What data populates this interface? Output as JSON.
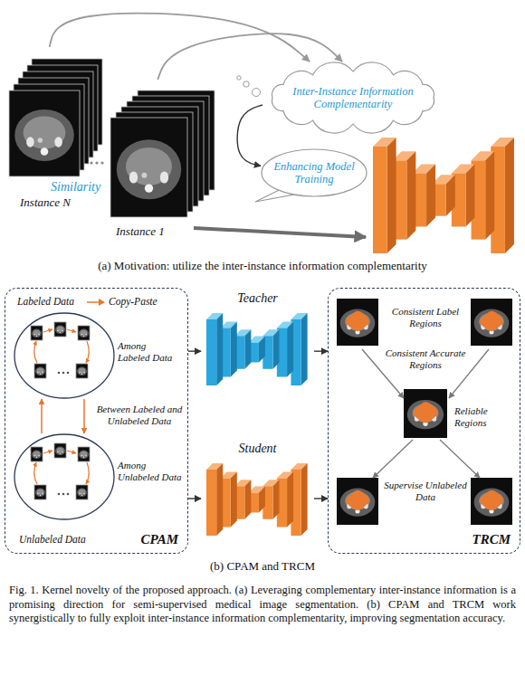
{
  "diagram": {
    "caption": "Fig. 1. Kernel novelty of the proposed approach. (a) Leveraging complementary inter-instance information is a promising direction for semi-supervised medical image segmentation. (b) CPAM and TRCM work synergistically to fully exploit inter-instance information complementarity, improving segmentation accuracy.",
    "nodes": [
      {
        "text": [
          "Instance N"
        ]
      },
      {
        "text": [
          "Instance 1"
        ]
      },
      {
        "text": [
          "Inter-Instance Information Complementarity"
        ]
      },
      {
        "text": [
          "Enhancing Model Training"
        ]
      },
      {
        "text": [
          "CPAM"
        ]
      },
      {
        "text": [
          "Labeled Data"
        ],
        "in": 4
      },
      {
        "text": [
          "Unlabeled Data"
        ],
        "in": 4
      },
      {
        "text": [
          "Teacher"
        ]
      },
      {
        "text": [
          "Student"
        ]
      },
      {
        "text": [
          "TRCM"
        ]
      }
    ],
    "edges": [
      {
        "from": 0,
        "to": 2,
        "arrow": "to"
      },
      {
        "from": 1,
        "to": 2,
        "arrow": "to"
      },
      {
        "from": 2,
        "to": 3,
        "arrow": "to"
      },
      {
        "from": 4,
        "to": 7,
        "arrow": "to"
      },
      {
        "from": 4,
        "to": 8,
        "arrow": "to"
      },
      {
        "from": 7,
        "to": 9,
        "arrow": "to"
      },
      {
        "from": 8,
        "to": 9,
        "arrow": "to"
      },
      {
        "from": 6,
        "to": 5,
        "arrow": "to"
      },
      {
        "from": 5,
        "to": 6,
        "arrow": "to"
      }
    ],
    "labels": [
      "Similarity",
      "(a) Motivation: utilize the inter-instance information complementarity",
      "Among Labeled Data",
      "Between Labeled and Unlabeled Data",
      "Among Unlabeled Data",
      "Consistent Label Regions",
      "Consistent Accurate Regions",
      "Reliable Regions",
      "Supervise Unlabeled Data",
      "(b) CPAM and TRCM"
    ],
    "legend": [
      {
        "text": "Copy-Paste"
      }
    ]
  }
}
